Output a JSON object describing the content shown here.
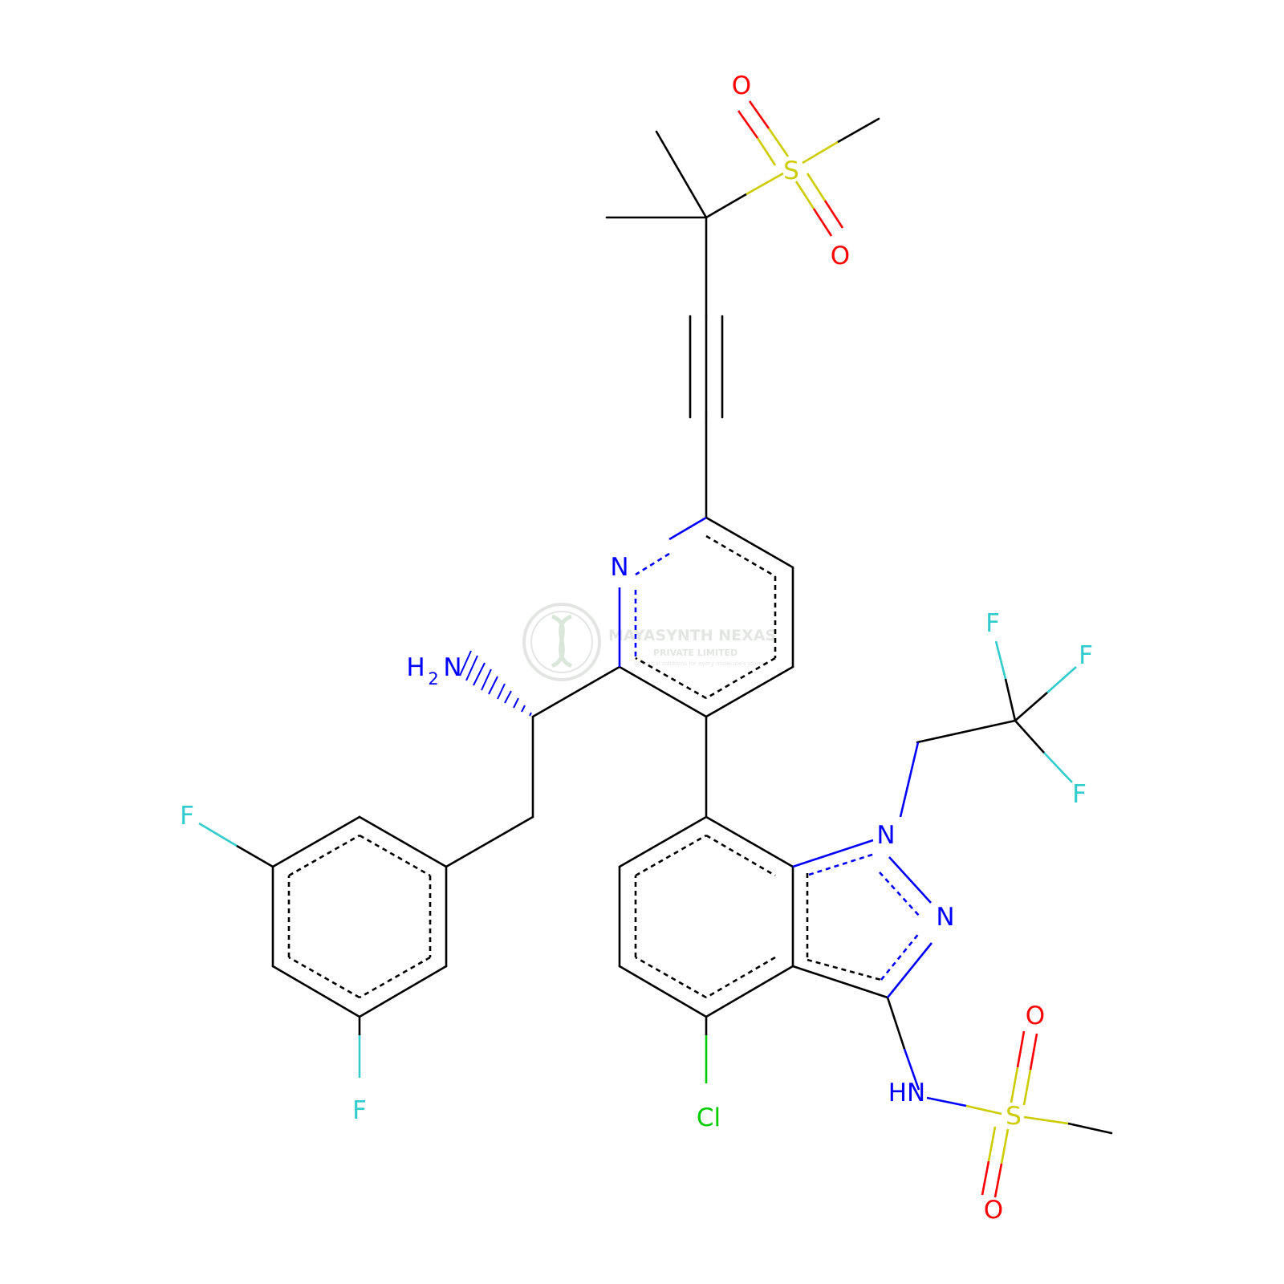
{
  "molecule": {
    "atoms": {
      "sulfonyl_o_top": "O",
      "sulfonyl_s_top": "S",
      "sulfonyl_o_mid": "O",
      "pyridine_n": "N",
      "amine": "H",
      "amine_sub": "2",
      "amine_n": "N",
      "cf3_f_top": "F",
      "cf3_f_right": "F",
      "cf3_f_bottom": "F",
      "aryl_f_top": "F",
      "aryl_f_bottom": "F",
      "indazole_n1": "N",
      "indazole_n2": "N",
      "sulfonamide_o_top": "O",
      "sulfonamide_nh": "HN",
      "sulfonamide_s": "S",
      "sulfonamide_o_bottom": "O",
      "chlorine": "Cl"
    },
    "colors": {
      "bond": "#000000",
      "nitrogen": "#0000ff",
      "oxygen": "#ff0000",
      "sulfur": "#cccc00",
      "fluorine": "#33cccc",
      "chlorine": "#00cc00"
    }
  },
  "watermark": {
    "name": "MAYASYNTH NEXAS",
    "subtitle": "PRIVATE LIMITED",
    "tagline": "Chemical solutions for every molecule's journey",
    "color": "#9aa59a"
  }
}
